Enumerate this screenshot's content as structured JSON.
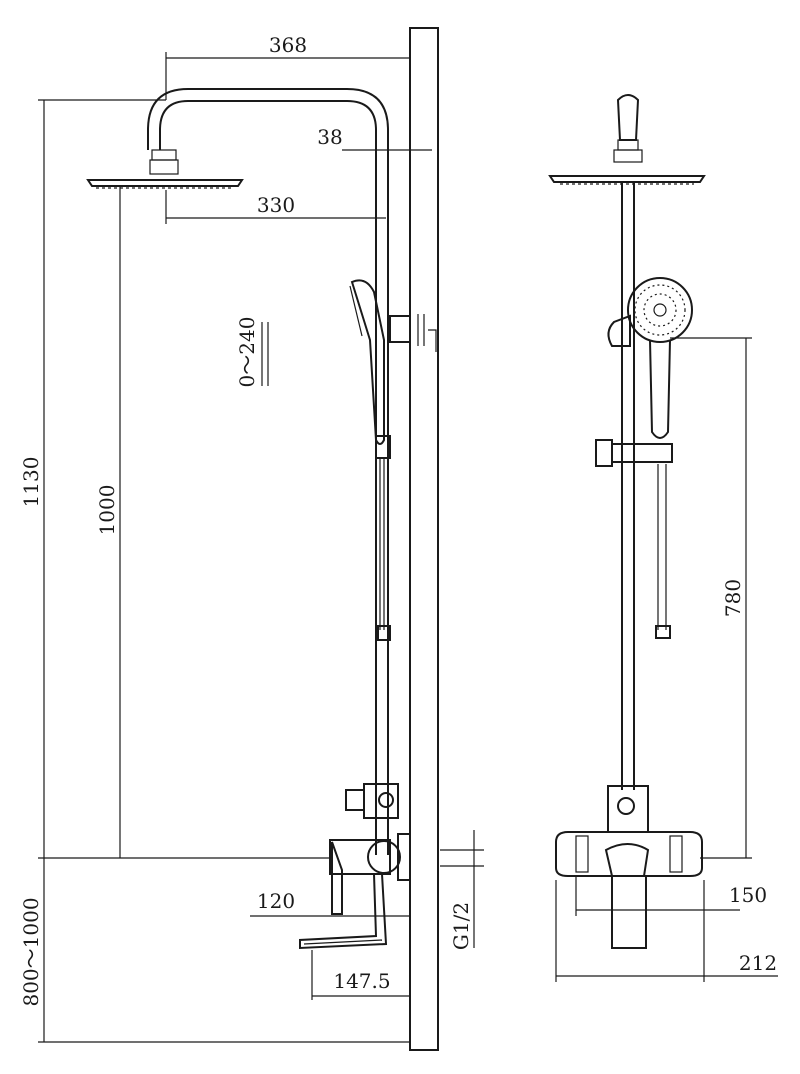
{
  "dimensions": {
    "top_width": "368",
    "pipe_offset": "38",
    "head_reach": "330",
    "overall_height": "1130",
    "head_height": "1000",
    "slide_range": "0～240",
    "handle_height": "780",
    "install_height": "800～1000",
    "outlet_depth": "120",
    "spout_depth": "147.5",
    "thread": "G1/2",
    "valve_width": "150",
    "overall_width": "212"
  }
}
